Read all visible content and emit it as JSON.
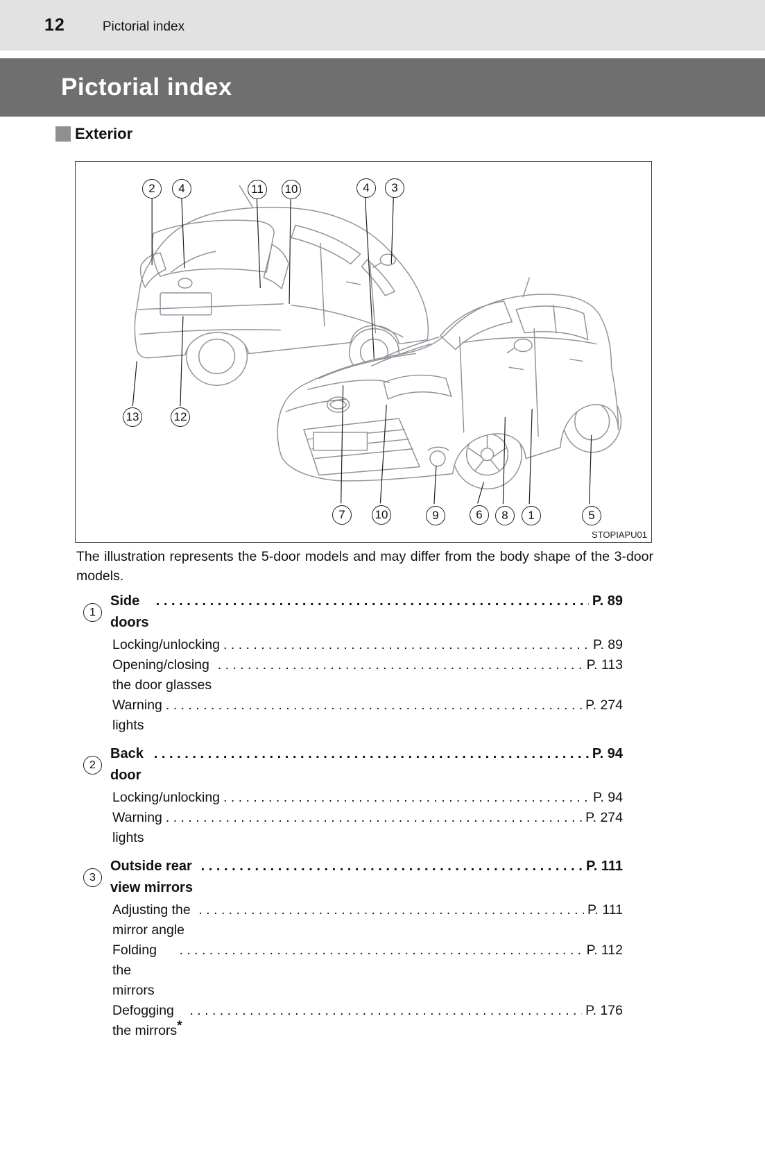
{
  "page_header": {
    "page_number": "12",
    "section_label": "Pictorial index"
  },
  "banner": {
    "title": "Pictorial index"
  },
  "section": {
    "title": "Exterior"
  },
  "figure": {
    "code": "STOPIAPU01",
    "callouts": [
      "2",
      "4",
      "11",
      "10",
      "4",
      "3",
      "13",
      "12",
      "7",
      "10",
      "9",
      "6",
      "8",
      "1",
      "5"
    ]
  },
  "note": "The illustration represents the 5-door models and may differ from the body shape of the 3-door models.",
  "colors": {
    "banner_gray": "#6f6f6f",
    "header_strip_gray": "#e2e2e2",
    "section_marker_gray": "#8f8f8f",
    "illustration_line_gray": "#8f949a"
  },
  "index": [
    {
      "num": "1",
      "title": "Side doors",
      "page": "P. 89",
      "items": [
        {
          "label": "Locking/unlocking",
          "page": "P. 89"
        },
        {
          "label": "Opening/closing the door glasses",
          "page": "P. 113"
        },
        {
          "label": "Warning lights",
          "page": "P. 274"
        }
      ]
    },
    {
      "num": "2",
      "title": "Back door",
      "page": "P. 94",
      "items": [
        {
          "label": "Locking/unlocking",
          "page": "P. 94"
        },
        {
          "label": "Warning lights",
          "page": "P. 274"
        }
      ]
    },
    {
      "num": "3",
      "title": "Outside rear view mirrors",
      "page": "P. 111",
      "items": [
        {
          "label": "Adjusting the mirror angle",
          "page": "P. 111"
        },
        {
          "label": "Folding the mirrors",
          "page": "P. 112"
        },
        {
          "label": "Defogging the mirrors",
          "star": "*",
          "page": "P. 176"
        }
      ]
    }
  ]
}
